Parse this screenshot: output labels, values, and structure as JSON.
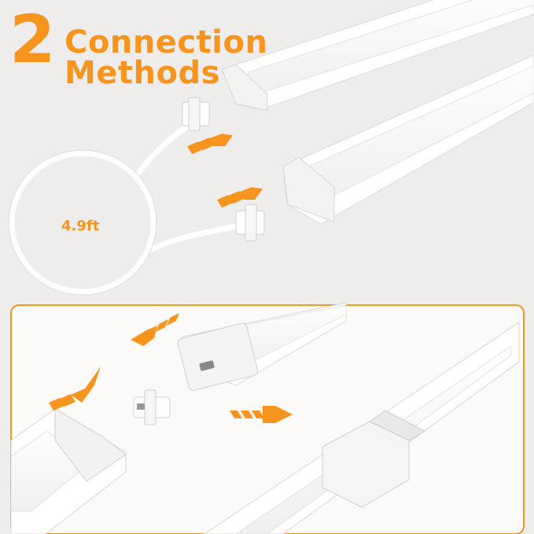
{
  "headline": {
    "number": "2",
    "line1": "Connection",
    "line2": "Methods"
  },
  "cable": {
    "length_label": "4.9ft"
  },
  "colors": {
    "accent": "#f7941d",
    "panel_bg": "#fbfaf9",
    "bar_white": "#ffffff",
    "background": "#eeedec"
  },
  "icons": {
    "arrow": "chevron-arrow-icon"
  }
}
